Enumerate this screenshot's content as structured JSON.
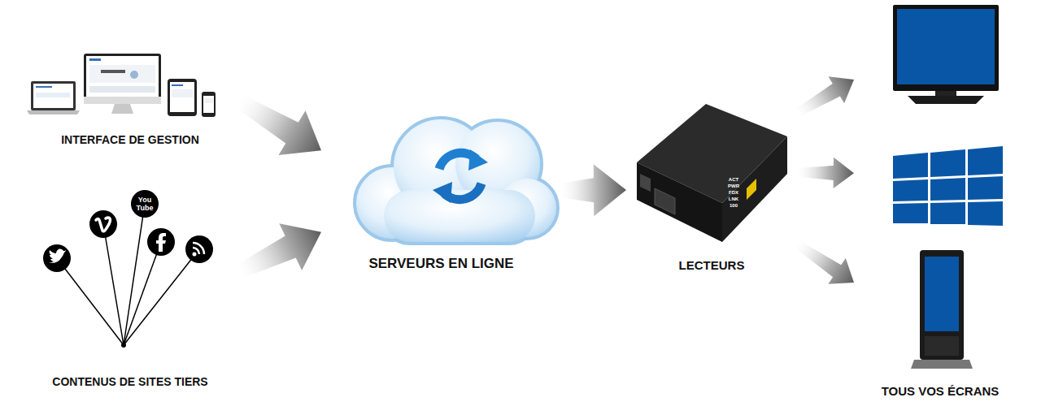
{
  "diagram": {
    "nodes": [
      {
        "text": [
          "INTERFACE DE GESTION"
        ]
      },
      {
        "text": [
          "CONTENUS DE SITES TIERS"
        ]
      },
      {
        "text": [
          "SERVEURS EN LIGNE"
        ]
      },
      {
        "text": [
          "LECTEURS"
        ]
      },
      {
        "text": [
          "TOUS VOS ÉCRANS"
        ]
      }
    ],
    "edges": [
      {
        "from": 0,
        "to": 2,
        "arrow": "to"
      },
      {
        "from": 1,
        "to": 2,
        "arrow": "to"
      },
      {
        "from": 2,
        "to": 3,
        "arrow": "to"
      },
      {
        "from": 3,
        "to": 4,
        "arrow": "to"
      },
      {
        "from": 3,
        "to": 4,
        "arrow": "to"
      },
      {
        "from": 3,
        "to": 4,
        "arrow": "to"
      }
    ],
    "labels": [
      "You Tube",
      "ACT",
      "PWR",
      "FDX",
      "LNK",
      "100"
    ]
  }
}
